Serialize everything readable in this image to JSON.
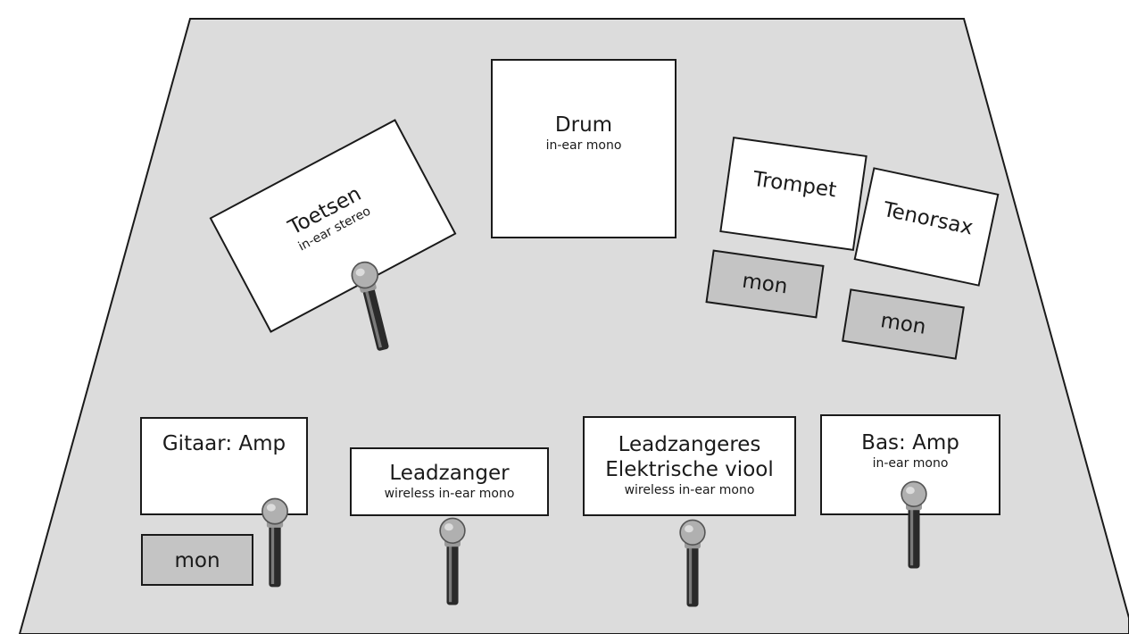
{
  "stage": {
    "fill": "#dcdcdc",
    "stroke": "#1a1a1a"
  },
  "positions": {
    "drum": {
      "name": "Drum",
      "sub": "in-ear mono"
    },
    "toetsen": {
      "name": "Toetsen",
      "sub": "in-ear stereo"
    },
    "trompet": {
      "name": "Trompet"
    },
    "tenorsax": {
      "name": "Tenorsax"
    },
    "gitaar": {
      "name": "Gitaar: Amp"
    },
    "leadzanger": {
      "name": "Leadzanger",
      "sub": "wireless in-ear mono"
    },
    "leadzangeres": {
      "name1": "Leadzangeres",
      "name2": "Elektrische viool",
      "sub": "wireless in-ear mono"
    },
    "bas": {
      "name": "Bas: Amp",
      "sub": "in-ear mono"
    }
  },
  "monitors": {
    "trompet": "mon",
    "tenorsax": "mon",
    "gitaar": "mon"
  },
  "colors": {
    "box": "#ffffff",
    "monitor": "#c4c4c4",
    "outline": "#1a1a1a"
  },
  "icons": {
    "microphone": "microphone-icon"
  }
}
